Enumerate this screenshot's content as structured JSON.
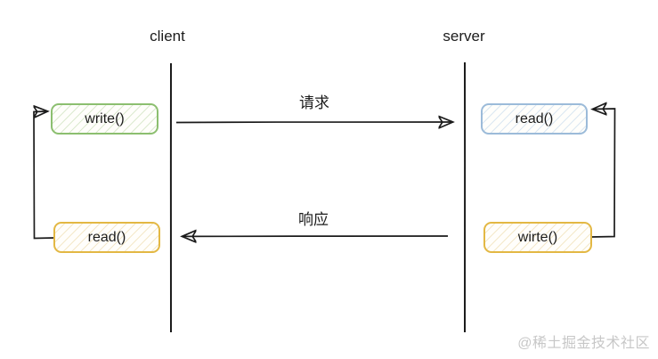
{
  "diagram": {
    "actors": [
      {
        "id": "client",
        "label": "client"
      },
      {
        "id": "server",
        "label": "server"
      }
    ],
    "nodes": [
      {
        "id": "client-write",
        "label": "write()",
        "border_color": "#8cbf70",
        "stripe_color": "#dcead0"
      },
      {
        "id": "client-read",
        "label": "read()",
        "border_color": "#e3b844",
        "stripe_color": "#f4e8ca"
      },
      {
        "id": "server-read",
        "label": "read()",
        "border_color": "#9cbbd9",
        "stripe_color": "#dbe7f2"
      },
      {
        "id": "server-write",
        "label": "wirte()",
        "border_color": "#e3b844",
        "stripe_color": "#f4e8ca"
      }
    ],
    "messages": [
      {
        "id": "request",
        "label": "请求",
        "from": "client",
        "to": "server"
      },
      {
        "id": "response",
        "label": "响应",
        "from": "server",
        "to": "client"
      }
    ],
    "line_color": "#1b1b1b",
    "watermark": "@稀土掘金技术社区"
  }
}
